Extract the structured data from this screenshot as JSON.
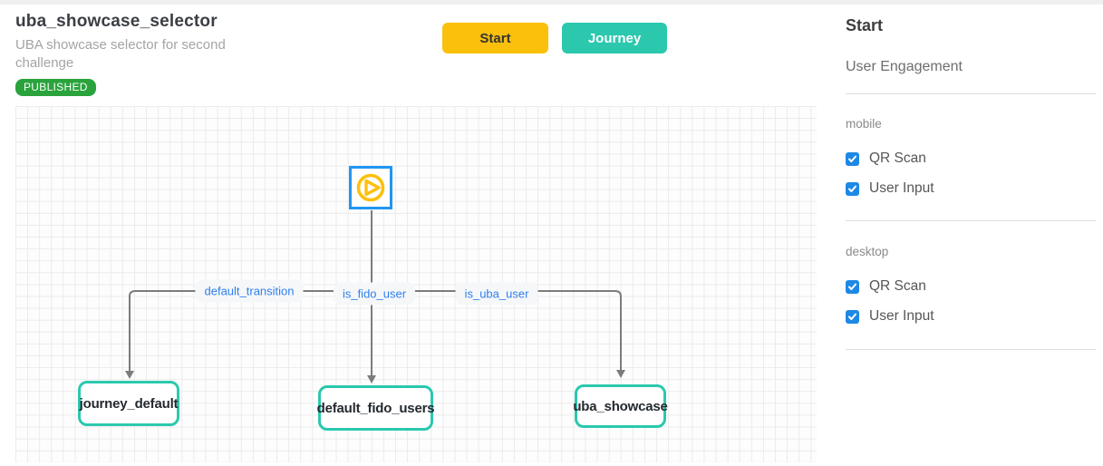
{
  "header": {
    "title": "uba_showcase_selector",
    "subtitle": "UBA showcase selector for second challenge",
    "status_badge": "PUBLISHED",
    "buttons": [
      {
        "label": "Start"
      },
      {
        "label": "Journey"
      }
    ]
  },
  "canvas": {
    "start_node": {
      "icon": "play-icon"
    },
    "edges": [
      {
        "label": "default_transition",
        "target": "journey_default"
      },
      {
        "label": "is_fido_user",
        "target": "default_fido_users"
      },
      {
        "label": "is_uba_user",
        "target": "uba_showcase"
      }
    ],
    "nodes": [
      {
        "label": "journey_default"
      },
      {
        "label": "default_fido_users"
      },
      {
        "label": "uba_showcase"
      }
    ]
  },
  "sidebar": {
    "title": "Start",
    "subtitle": "User Engagement",
    "sections": [
      {
        "label": "mobile",
        "options": [
          {
            "label": "QR Scan",
            "checked": true
          },
          {
            "label": "User Input",
            "checked": true
          }
        ]
      },
      {
        "label": "desktop",
        "options": [
          {
            "label": "QR Scan",
            "checked": true
          },
          {
            "label": "User Input",
            "checked": true
          }
        ]
      }
    ]
  },
  "colors": {
    "start_button": "#fbc00c",
    "journey_button": "#2bc8ae",
    "published_badge": "#2aa33c",
    "node_border": "#2bc8ae",
    "start_node_border": "#2196f3",
    "edge_label_text": "#2f80ed",
    "edge_line": "#7c7c7c",
    "checkbox": "#1e88e5"
  }
}
